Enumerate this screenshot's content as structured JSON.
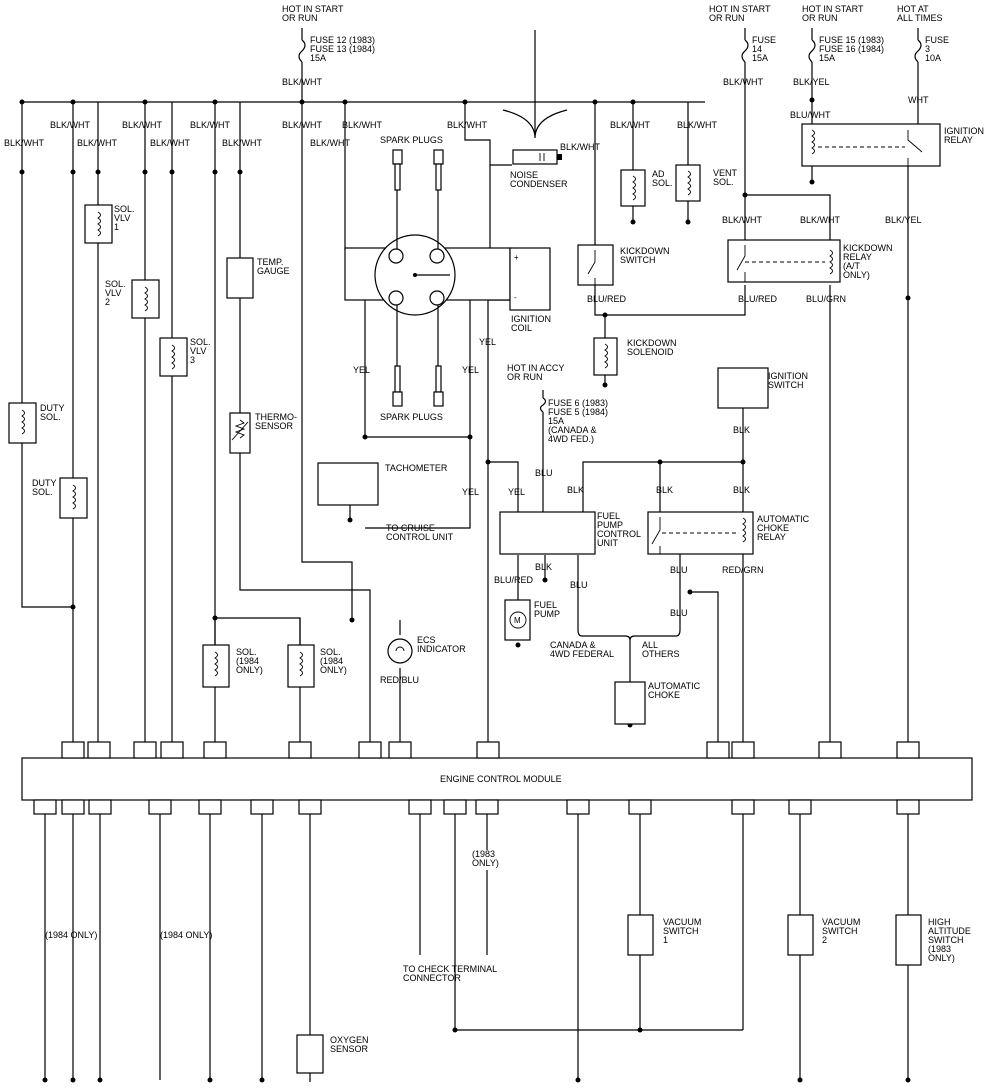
{
  "title": "ENGINE CONTROL MODULE",
  "power_sources": {
    "start_run_1": "HOT IN START\nOR RUN",
    "start_run_2": "HOT IN START\nOR RUN",
    "start_run_3": "HOT IN START\nOR RUN",
    "at_all_times": "HOT AT\nALL TIMES",
    "accy_run": "HOT IN ACCY\nOR RUN"
  },
  "fuses": {
    "f12_13": "FUSE 12 (1983)\nFUSE 13 (1984)\n15A",
    "f14": "FUSE\n14\n15A",
    "f15_16": "FUSE 15 (1983)\nFUSE 16 (1984)\n15A",
    "f3": "FUSE\n3\n10A",
    "f6_5": "FUSE 6 (1983)\nFUSE 5 (1984)\n15A\n(CANADA &\n4WD FED.)"
  },
  "wires": {
    "blk_wht": "BLK/WHT",
    "blk_yel": "BLK/YEL",
    "blu_wht": "BLU/WHT",
    "wht": "WHT",
    "yel": "YEL",
    "blu": "BLU",
    "blk": "BLK",
    "blu_red": "BLU/RED",
    "blu_grn": "BLU/GRN",
    "red_grn": "RED/GRN",
    "red_blu": "RED/BLU"
  },
  "components": {
    "sol_vlv_1": "SOL.\nVLV\n1",
    "sol_vlv_2": "SOL.\nVLV\n2",
    "sol_vlv_3": "SOL.\nVLV\n3",
    "duty_sol_a": "DUTY\nSOL.",
    "duty_sol_b": "DUTY\nSOL.",
    "temp_gauge": "TEMP.\nGAUGE",
    "thermo_sensor": "THERMO-\nSENSOR",
    "spark_plugs_top": "SPARK PLUGS",
    "spark_plugs_bottom": "SPARK PLUGS",
    "noise_condenser": "NOISE\nCONDENSER",
    "ignition_coil": "IGNITION\nCOIL",
    "ad_sol": "AD\nSOL.",
    "vent_sol": "VENT\nSOL.",
    "kickdown_switch": "KICKDOWN\nSWITCH",
    "kickdown_relay": "KICKDOWN\nRELAY\n(A/T\nONLY)",
    "kickdown_solenoid": "KICKDOWN\nSOLENOID",
    "ignition_relay": "IGNITION\nRELAY",
    "ignition_switch": "IGNITION\nSWITCH",
    "tachometer": "TACHOMETER",
    "cruise": "TO CRUISE\nCONTROL UNIT",
    "fuel_pump_cu": "FUEL\nPUMP\nCONTROL\nUNIT",
    "fuel_pump": "FUEL\nPUMP",
    "auto_choke_relay": "AUTOMATIC\nCHOKE\nRELAY",
    "canada_4wd": "CANADA &\n4WD FEDERAL",
    "all_others": "ALL\nOTHERS",
    "automatic_choke": "AUTOMATIC\nCHOKE",
    "sol_1984_a": "SOL.\n(1984\nONLY)",
    "sol_1984_b": "SOL.\n(1984\nONLY)",
    "ecs_indicator": "ECS\nINDICATOR",
    "only_1984_a": "(1984  ONLY)",
    "only_1984_b": "(1984  ONLY)",
    "only_1983": "(1983\nONLY)",
    "check_terminal": "TO CHECK TERMINAL\nCONNECTOR",
    "vacuum_switch_1": "VACUUM\nSWITCH\n1",
    "vacuum_switch_2": "VACUUM\nSWITCH\n2",
    "high_alt_switch": "HIGH\nALTITUDE\nSWITCH\n(1983\nONLY)",
    "oxygen_sensor": "OXYGEN\nSENSOR"
  }
}
